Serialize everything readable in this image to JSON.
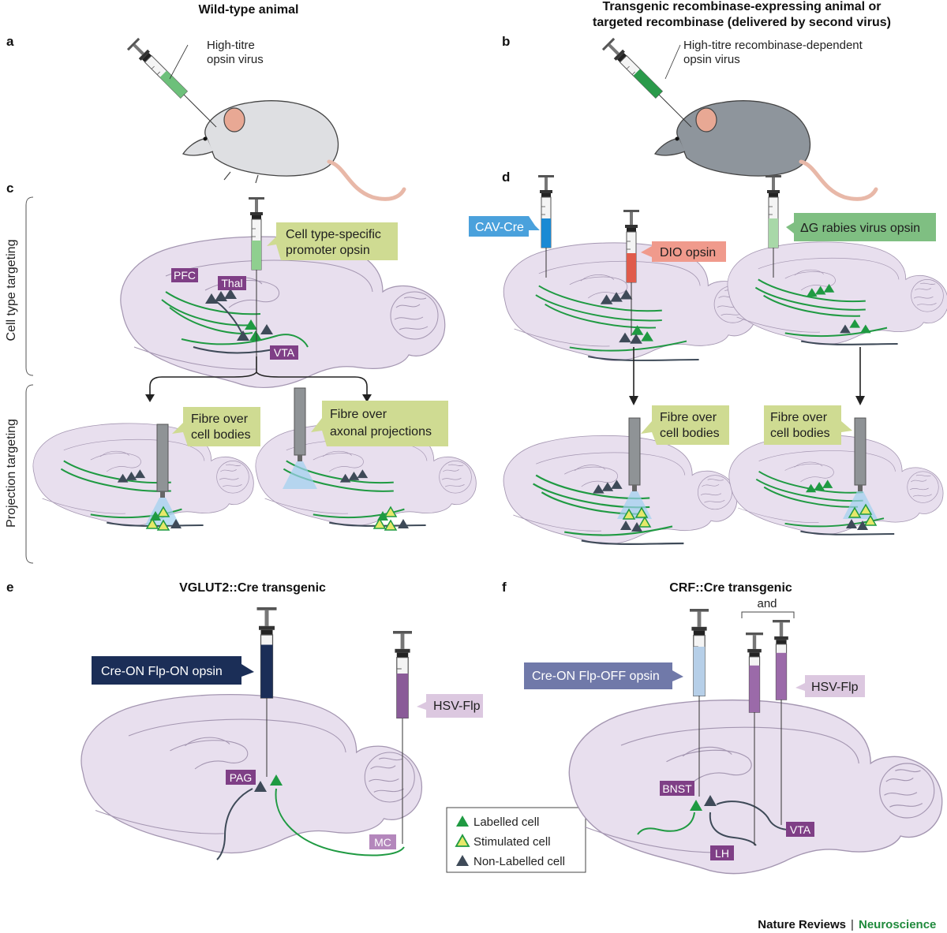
{
  "headers": {
    "wildtype": "Wild-type animal",
    "transgenic_line1": "Transgenic recombinase-expressing animal or",
    "transgenic_line2": "targeted recombinase (delivered by second virus)"
  },
  "panel_letters": {
    "a": "a",
    "b": "b",
    "c": "c",
    "d": "d",
    "e": "e",
    "f": "f"
  },
  "panel_a": {
    "line1": "High-titre",
    "line2": "opsin virus"
  },
  "panel_b": {
    "line1": "High-titre recombinase-dependent",
    "line2": "opsin virus"
  },
  "panel_c": {
    "side_top": "Cell type targeting",
    "side_bottom": "Projection targeting",
    "callout_line1": "Cell type-specific",
    "callout_line2": "promoter opsin",
    "region_pfc": "PFC",
    "region_thal": "Thal",
    "region_vta": "VTA",
    "fibre_cell_line1": "Fibre over",
    "fibre_cell_line2": "cell bodies",
    "fibre_axon_line1": "Fibre over",
    "fibre_axon_line2": "axonal projections"
  },
  "panel_d": {
    "cav_cre": "CAV-Cre",
    "dio_opsin": "DIO opsin",
    "rabies": "ΔG rabies virus opsin",
    "fibre1_line1": "Fibre over",
    "fibre1_line2": "cell bodies",
    "fibre2_line1": "Fibre over",
    "fibre2_line2": "cell bodies"
  },
  "panel_e": {
    "title": "VGLUT2::Cre transgenic",
    "opsin": "Cre-ON Flp-ON opsin",
    "hsv_flp": "HSV-Flp",
    "region_pag": "PAG",
    "region_mc": "MC"
  },
  "panel_f": {
    "title": "CRF::Cre transgenic",
    "and": "and",
    "opsin": "Cre-ON Flp-OFF opsin",
    "hsv_flp": "HSV-Flp",
    "region_bnst": "BNST",
    "region_lh": "LH",
    "region_vta": "VTA"
  },
  "legend": {
    "labelled": "Labelled cell",
    "stimulated": "Stimulated cell",
    "non_labelled": "Non-Labelled cell"
  },
  "footer": {
    "journal": "Nature Reviews",
    "separator": "|",
    "section": "Neuroscience"
  },
  "colors": {
    "brain": "#e8dfee",
    "brain_stroke": "#a496b1",
    "green": "#1f9a42",
    "slate": "#3e4a58",
    "callout_yellow": "#cfdb92",
    "purple_tag": "#7f3f86",
    "cav_blue": "#4aa1dc",
    "dio_red": "#f09a8c",
    "rabies_green": "#7fbf82",
    "navy": "#1b2e57",
    "periwinkle": "#7079a9",
    "lilac": "#dcc8e0",
    "light_blue": "#bcd9f0"
  }
}
